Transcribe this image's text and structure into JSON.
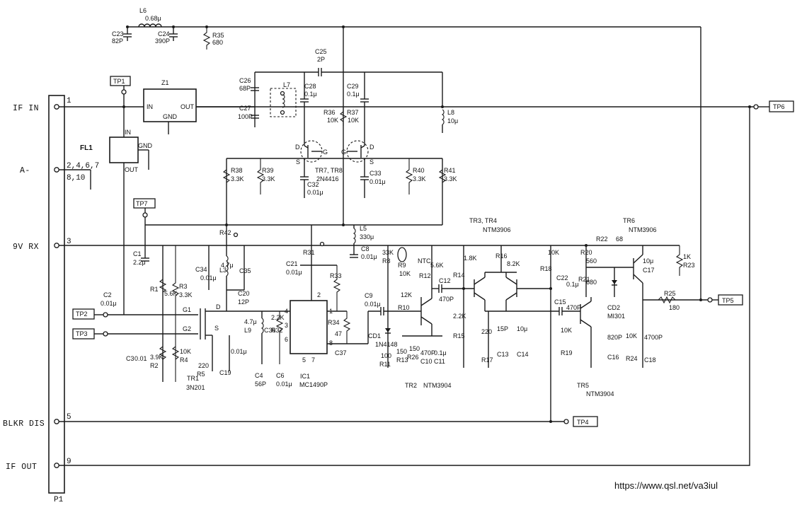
{
  "connector": {
    "name": "P1",
    "pins": [
      {
        "num": "1",
        "label": "IF IN"
      },
      {
        "num": "2,4,6,7\n8,10",
        "label": "A-"
      },
      {
        "num": "3",
        "label": "9V RX"
      },
      {
        "num": "5",
        "label": "BLKR DIS"
      },
      {
        "num": "9",
        "label": "IF OUT"
      }
    ],
    "pin_a_minus_num_line1": "2,4,6,7",
    "pin_a_minus_num_line2": "8,10"
  },
  "test_points": [
    "TP1",
    "TP2",
    "TP3",
    "TP4",
    "TP5",
    "TP6",
    "TP7"
  ],
  "blocks": {
    "z1": {
      "name": "Z1",
      "in": "IN",
      "out": "OUT",
      "gnd": "GND"
    },
    "fl1": {
      "name": "FL1",
      "in": "IN",
      "out": "OUT",
      "gnd": "GND"
    },
    "ic1": {
      "name": "IC1",
      "part": "MC1490P",
      "pins": [
        "1",
        "2",
        "3",
        "4",
        "5",
        "6",
        "7",
        "8"
      ]
    }
  },
  "components": {
    "L6": "L6",
    "L6v": "0.68μ",
    "C23": "C23",
    "C23v": "82P",
    "C24": "C24",
    "C24v": "390P",
    "R35": "R35",
    "R35v": "680",
    "C25": "C25",
    "C25v": "2P",
    "C26": "C26",
    "C26v": "68P",
    "C27": "C27",
    "C27v": "100P",
    "L7": "L7",
    "C28": "C28",
    "C28v": "0.1μ",
    "C29": "C29",
    "C29v": "0.1μ",
    "R36": "R36",
    "R36v": "10K",
    "R37": "R37",
    "R37v": "10K",
    "L8": "L8",
    "L8v": "10μ",
    "TR78": "TR7, TR8",
    "TR78v": "2N4416",
    "R38": "R38",
    "R38v": "3.3K",
    "R39": "R39",
    "R39v": "3.3K",
    "C32": "C32",
    "C32v": "0.01μ",
    "C33": "C33",
    "C33v": "0.01μ",
    "R40": "R40",
    "R40v": "3.3K",
    "R41": "R41",
    "R41v": "3.3K",
    "R42": "R42",
    "R31": "R31",
    "L5": "L5",
    "L5v": "330μ",
    "C8": "C8",
    "C8v": "0.01μ",
    "C1": "C1",
    "C1v": "2.2μ",
    "C34": "C34",
    "C34v": "0.01μ",
    "L3": "L3",
    "L3v": "4.7μ",
    "C35": "C35",
    "C20": "C20",
    "C20v": "12P",
    "R1": "R1",
    "R1v": "5.6K",
    "R3": "R3",
    "R3v": "3.3K",
    "C2": "C2",
    "C2v": "0.01μ",
    "C21": "C21",
    "C21v": "0.01μ",
    "R33": "R33",
    "R34": "R34",
    "R34v": "47",
    "C9": "C9",
    "C9v": "0.01μ",
    "CD1": "CD1",
    "CD1v": "1N4148",
    "R8": "R8",
    "R8v": "33K",
    "R9": "R9",
    "R9v": "10K",
    "NTC": "NTC",
    "R10": "R10",
    "R10v": "12K",
    "R12": "R12",
    "R12v": "5.6K",
    "R14": "R14",
    "R14v": "1.8K",
    "C12": "C12",
    "C12v": "470P",
    "R15": "R15",
    "R15v": "2.2K",
    "R11": "R11",
    "R11v": "100",
    "R13": "R13",
    "R13v": "150",
    "R26": "R26",
    "R26v": "150",
    "C10": "C10",
    "C10v": "470P",
    "C11": "C11",
    "C11v": "0.1μ",
    "R17": "R17",
    "R17v": "220",
    "C13": "C13",
    "C13v": "15P",
    "C14": "C14",
    "C14v": "10μ",
    "TR34": "TR3, TR4",
    "TR34v": "NTM3906",
    "R16": "R16",
    "R16v": "8.2K",
    "R18": "R18",
    "R18v": "10K",
    "C22": "C22",
    "C22v": "0.1μ",
    "R22": "R22",
    "R22v": "68",
    "TR6": "TR6",
    "TR6v": "NTM3906",
    "R20": "R20",
    "R20v": "560",
    "R21": "R21",
    "R21v": "680",
    "C17": "C17",
    "C17v": "10μ",
    "R23": "R23",
    "R23v": "1K",
    "C15": "C15",
    "C15v": "470P",
    "CD2": "CD2",
    "CD2v": "MI301",
    "R25": "R25",
    "R25v": "180",
    "R19": "R19",
    "R19v": "10K",
    "C16": "C16",
    "C16v": "820P",
    "R24": "R24",
    "R24v": "10K",
    "C18": "C18",
    "C18v": "4700P",
    "TR5": "TR5",
    "TR5v": "NTM3904",
    "TR2": "TR2",
    "TR2v": "NTM3904",
    "C3": "C3",
    "C3v": "0.01",
    "R2": "R2",
    "R2v": "3.9K",
    "R4": "R4",
    "R4v": "10K",
    "R5": "R5",
    "R5v": "220",
    "C19": "C19",
    "C19v": "0.01μ",
    "L9": "L9",
    "L9v": "4.7μ",
    "C36": "C36",
    "R32": "R32",
    "R32v": "2.2K",
    "C4": "C4",
    "C4v": "56P",
    "C6": "C6",
    "C6v": "0.01μ",
    "C37": "C37",
    "TR1": "TR1",
    "TR1v": "3N201",
    "G1": "G1",
    "G2": "G2",
    "D": "D",
    "S": "S"
  },
  "watermark": "https://www.qsl.net/va3iul"
}
